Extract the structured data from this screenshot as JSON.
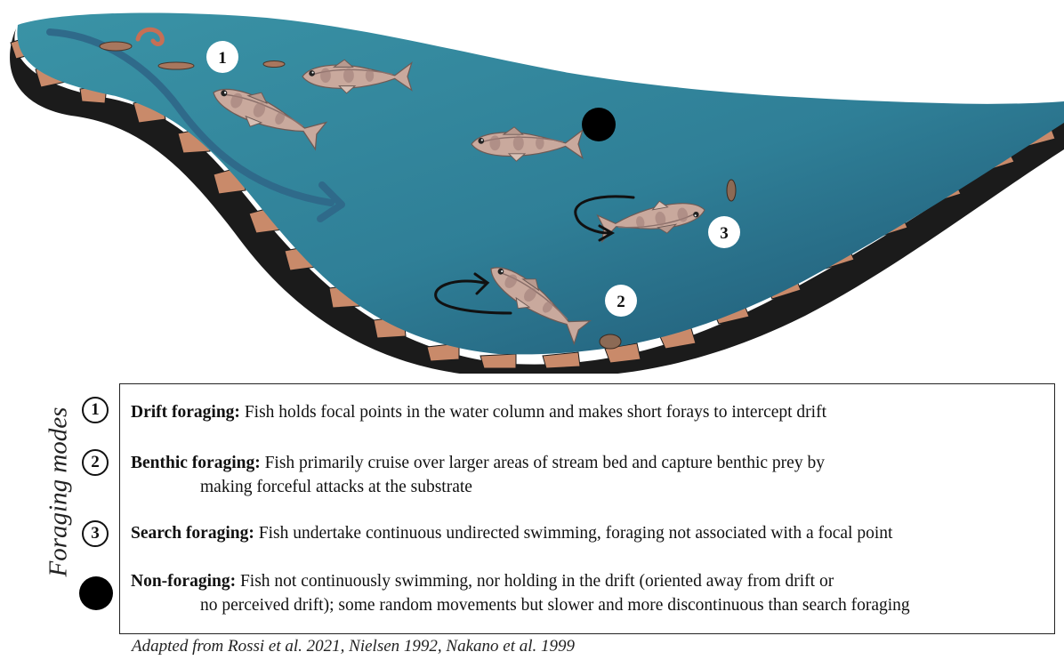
{
  "scene": {
    "markers": [
      "1",
      "2",
      "3"
    ],
    "colors": {
      "water_light": "#3a8fa3",
      "water_dark": "#1f5670",
      "substrate_tan": "#c98a6a",
      "substrate_dark": "#1a1a1a",
      "arrow_blue": "#2f6a8a",
      "fish_body": "#c9a89c"
    }
  },
  "legend": {
    "side_title": "Foraging modes",
    "items": [
      {
        "marker": "1",
        "term": "Drift foraging:",
        "desc": "Fish holds focal points in the water column and makes short forays to intercept drift",
        "cont": ""
      },
      {
        "marker": "2",
        "term": "Benthic foraging:",
        "desc": "Fish primarily cruise over larger areas of stream bed and capture benthic prey by",
        "cont": "making forceful attacks at the substrate"
      },
      {
        "marker": "3",
        "term": "Search foraging:",
        "desc": "Fish undertake continuous undirected swimming, foraging not associated with a focal point",
        "cont": ""
      },
      {
        "marker": "dot",
        "term": "Non-foraging:",
        "desc": "Fish not continuously swimming, nor holding in the drift (oriented away from drift or",
        "cont": "no perceived drift); some random movements but slower and more discontinuous than search foraging"
      }
    ]
  },
  "credit": "Adapted from Rossi et al. 2021, Nielsen 1992, Nakano et al. 1999"
}
